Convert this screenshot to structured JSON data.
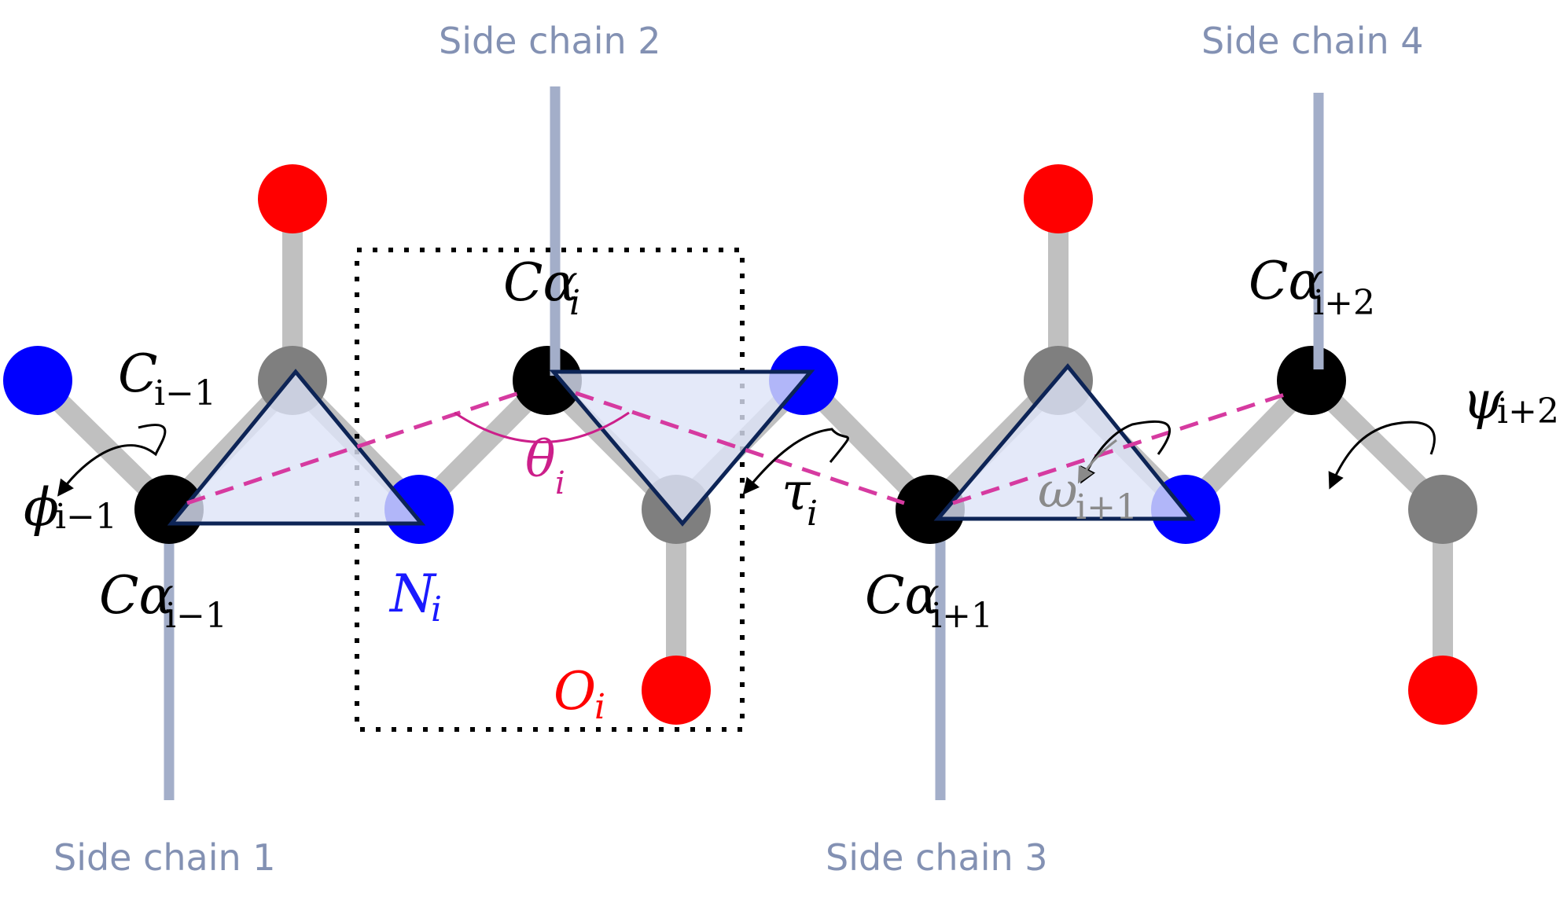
{
  "side_chains": {
    "sc1": "Side chain 1",
    "sc2": "Side chain 2",
    "sc3": "Side chain 3",
    "sc4": "Side chain 4"
  },
  "atom_labels": {
    "c_prev": {
      "main": "C",
      "sub": "i−1"
    },
    "ca_prev": {
      "main": "Cα",
      "sub": "i−1"
    },
    "n_i": {
      "main": "N",
      "sub": "i"
    },
    "ca_i": {
      "main": "Cα",
      "sub": "i"
    },
    "o_i": {
      "main": "O",
      "sub": "i"
    },
    "ca_next": {
      "main": "Cα",
      "sub": "i+1"
    },
    "ca_next2": {
      "main": "Cα",
      "sub": "i+2"
    }
  },
  "angle_labels": {
    "phi": {
      "main": "ϕ",
      "sub": "i−1"
    },
    "theta": {
      "main": "θ",
      "sub": "i"
    },
    "tau": {
      "main": "τ",
      "sub": "i"
    },
    "omega": {
      "main": "ω",
      "sub": "i+1"
    },
    "psi": {
      "main": "ψ",
      "sub": "i+2"
    }
  },
  "colors": {
    "nitrogen": "#0000ff",
    "oxygen": "#ff0000",
    "alpha_carbon": "#000000",
    "carbonyl_carbon": "#7f7f7f",
    "bond": "#c0c0c0",
    "side_chain": "#a3aec9",
    "triangle_fill": "#dde4f7",
    "triangle_stroke": "#0d2456",
    "virtual_bond": "#d63aa0",
    "side_chain_label": "#8391b3"
  }
}
